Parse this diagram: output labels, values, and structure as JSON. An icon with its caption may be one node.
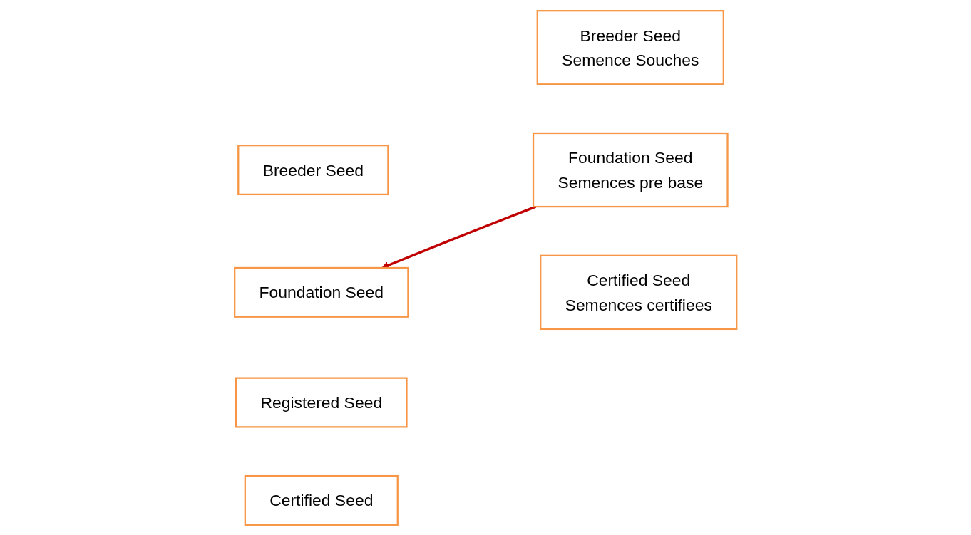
{
  "diagram": {
    "nodes": [
      {
        "text": [
          "Breeder Seed"
        ]
      },
      {
        "text": [
          "Foundation Seed"
        ]
      },
      {
        "text": [
          "Registered Seed"
        ]
      },
      {
        "text": [
          "Certified Seed"
        ]
      },
      {
        "text": [
          "Breeder Seed",
          "Semence Souches"
        ]
      },
      {
        "text": [
          "Foundation Seed",
          "Semences pre base"
        ]
      },
      {
        "text": [
          "Certified Seed",
          "Semences certifiees"
        ]
      }
    ],
    "edges": [
      {
        "from": 5,
        "to": 1,
        "arrow": "to"
      }
    ]
  }
}
